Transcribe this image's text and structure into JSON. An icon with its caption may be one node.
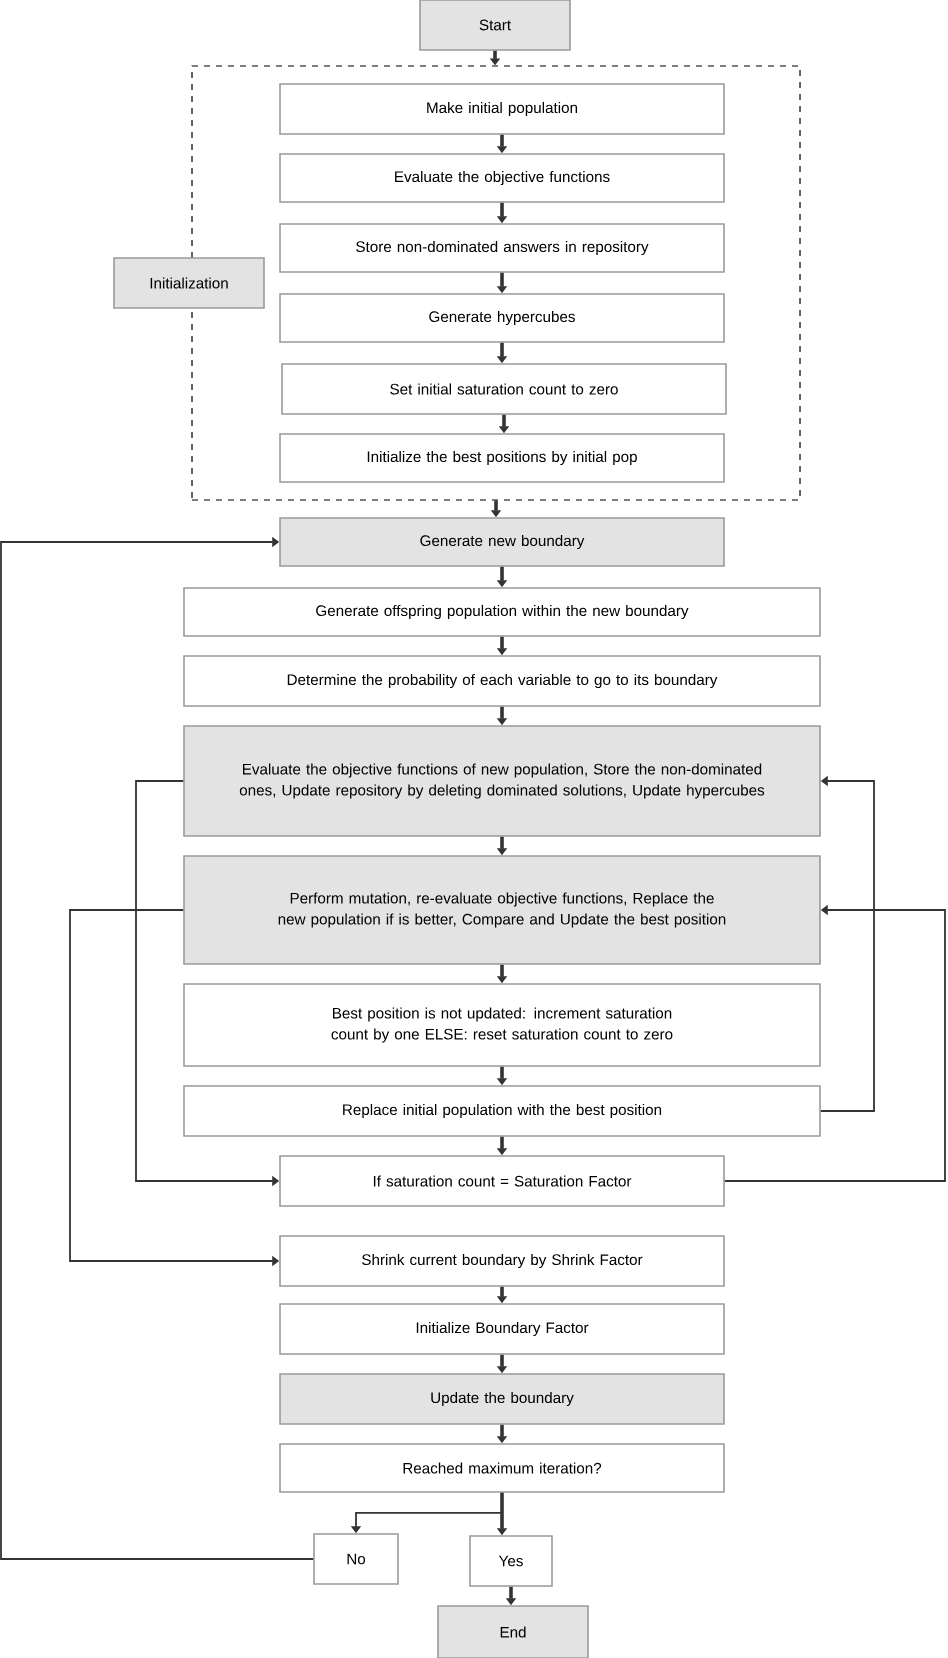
{
  "diagram": {
    "nodes": [
      {
        "text": [
          "Start"
        ]
      },
      {
        "text": [],
        "shape": "box"
      },
      {
        "text": [
          "Initialization"
        ]
      },
      {
        "text": [
          "Make initial population"
        ],
        "in": 1
      },
      {
        "text": [
          "Evaluate the objective functions"
        ],
        "in": 1
      },
      {
        "text": [
          "Store non-dominated answers in repository"
        ],
        "in": 1
      },
      {
        "text": [
          "Generate hypercubes"
        ],
        "in": 1
      },
      {
        "text": [
          "Set initial saturation count to zero"
        ],
        "in": 1
      },
      {
        "text": [
          "Initialize the best positions by initial pop"
        ],
        "in": 1
      },
      {
        "text": [
          "Generate new boundary"
        ]
      },
      {
        "text": [
          "Generate offspring population within the new boundary"
        ]
      },
      {
        "text": [
          "Determine the probability of each variable to go to its boundary"
        ]
      },
      {
        "text": [
          "Evaluate the objective functions of new population, Store the non-dominated ones, Update repository by deleting dominated solutions, Update hypercubes"
        ]
      },
      {
        "text": [
          "Perform mutation, re-evaluate objective functions, Replace the new population if is better, Compare and Update the best position"
        ]
      },
      {
        "text": [
          "Best position is not updated: increment saturation count by one ELSE: reset saturation count to zero"
        ]
      },
      {
        "text": [
          "Replace initial population with the best position"
        ]
      },
      {
        "text": [
          "If saturation count = Saturation Factor"
        ]
      },
      {
        "text": [
          "Shrink current boundary by Shrink Factor"
        ]
      },
      {
        "text": [
          "Initialize Boundary Factor"
        ]
      },
      {
        "text": [
          "Update the boundary"
        ]
      },
      {
        "text": [
          "Reached maximum iteration?"
        ]
      },
      {
        "text": [
          "No"
        ]
      },
      {
        "text": [
          "Yes"
        ]
      },
      {
        "text": [
          "End"
        ]
      }
    ],
    "edges": [
      {
        "from": 0,
        "to": 1,
        "arrow": "to"
      },
      {
        "from": 3,
        "to": 4,
        "arrow": "to"
      },
      {
        "from": 4,
        "to": 5,
        "arrow": "to"
      },
      {
        "from": 5,
        "to": 6,
        "arrow": "to"
      },
      {
        "from": 6,
        "to": 7,
        "arrow": "to"
      },
      {
        "from": 7,
        "to": 8,
        "arrow": "to"
      },
      {
        "from": 1,
        "to": 9,
        "arrow": "to"
      },
      {
        "from": 9,
        "to": 10,
        "arrow": "to"
      },
      {
        "from": 10,
        "to": 11,
        "arrow": "to"
      },
      {
        "from": 11,
        "to": 12,
        "arrow": "to"
      },
      {
        "from": 12,
        "to": 13,
        "arrow": "to"
      },
      {
        "from": 13,
        "to": 14,
        "arrow": "to"
      },
      {
        "from": 14,
        "to": 15,
        "arrow": "to"
      },
      {
        "from": 15,
        "to": 16,
        "arrow": "to"
      },
      {
        "from": 15,
        "to": 12,
        "arrow": "to"
      },
      {
        "from": 16,
        "to": 13,
        "arrow": "to"
      },
      {
        "from": 12,
        "to": 16,
        "arrow": "to"
      },
      {
        "from": 13,
        "to": 17,
        "arrow": "to"
      },
      {
        "from": 17,
        "to": 18,
        "arrow": "to"
      },
      {
        "from": 18,
        "to": 19,
        "arrow": "to"
      },
      {
        "from": 19,
        "to": 20,
        "arrow": "to"
      },
      {
        "from": 20,
        "to": 21,
        "arrow": "to"
      },
      {
        "from": 20,
        "to": 22,
        "arrow": "to"
      },
      {
        "from": 22,
        "to": 23,
        "arrow": "to"
      },
      {
        "from": 21,
        "to": 9,
        "arrow": "to"
      }
    ]
  }
}
